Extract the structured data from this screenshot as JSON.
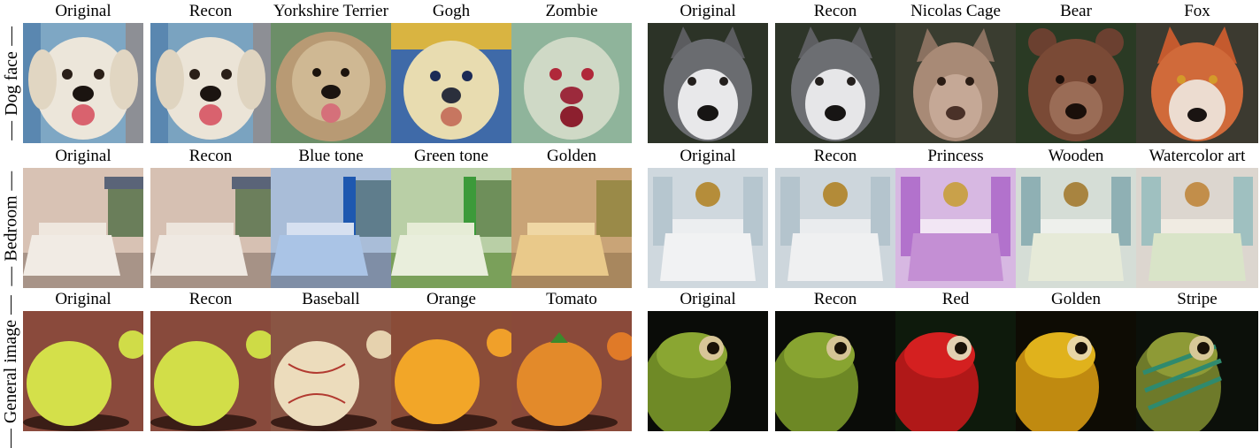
{
  "rows": [
    {
      "label": "Dog face",
      "left": [
        "Original",
        "Recon",
        "Yorkshire Terrier",
        "Gogh",
        "Zombie"
      ],
      "right": [
        "Original",
        "Recon",
        "Nicolas Cage",
        "Bear",
        "Fox"
      ]
    },
    {
      "label": "Bedroom",
      "left": [
        "Original",
        "Recon",
        "Blue tone",
        "Green tone",
        "Golden"
      ],
      "right": [
        "Original",
        "Recon",
        "Princess",
        "Wooden",
        "Watercolor art"
      ]
    },
    {
      "label": "General image",
      "left": [
        "Original",
        "Recon",
        "Baseball",
        "Orange",
        "Tomato"
      ],
      "right": [
        "Original",
        "Recon",
        "Red",
        "Golden",
        "Stripe"
      ]
    }
  ],
  "colors": {
    "background": "#ffffff",
    "text": "#000000"
  }
}
